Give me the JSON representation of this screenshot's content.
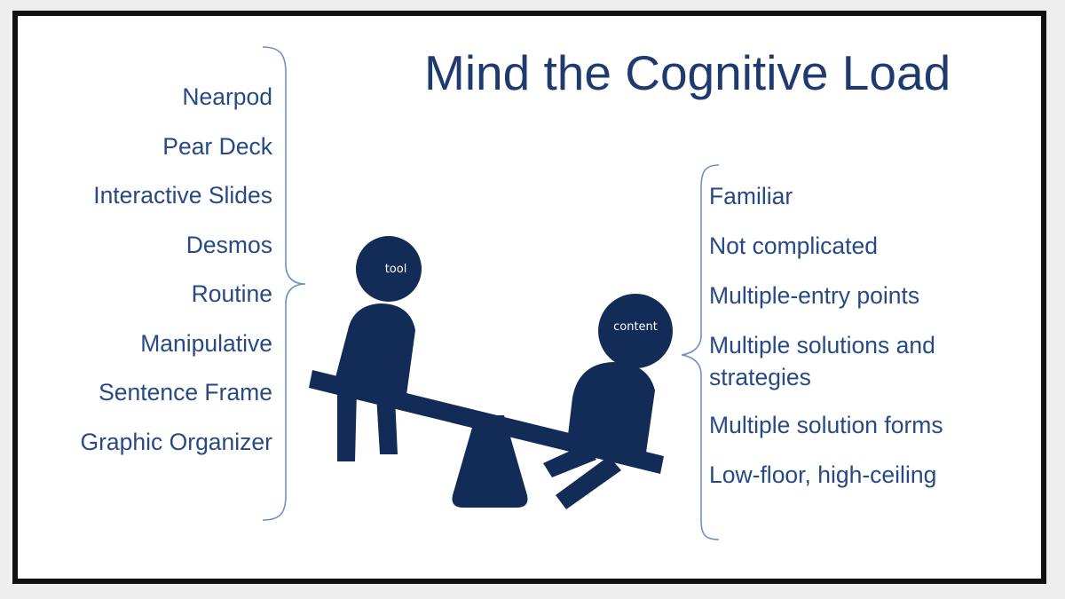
{
  "title": "Mind the Cognitive Load",
  "left_list": [
    "Nearpod",
    "Pear Deck",
    "Interactive Slides",
    "Desmos",
    "Routine",
    "Manipulative",
    "Sentence Frame",
    "Graphic Organizer"
  ],
  "right_list": [
    "Familiar",
    "Not complicated",
    "Multiple-entry points",
    "Multiple solutions and strategies",
    "Multiple solution forms",
    "Low-floor, high-ceiling"
  ],
  "figures": {
    "left_label": "tool",
    "right_label": "content"
  },
  "colors": {
    "title": "#1e3a6e",
    "text": "#274a85",
    "figure": "#122c57",
    "brace": "#6f8fc8",
    "border": "#111111"
  },
  "icons": [
    "seesaw-figure",
    "left-brace",
    "right-brace"
  ]
}
